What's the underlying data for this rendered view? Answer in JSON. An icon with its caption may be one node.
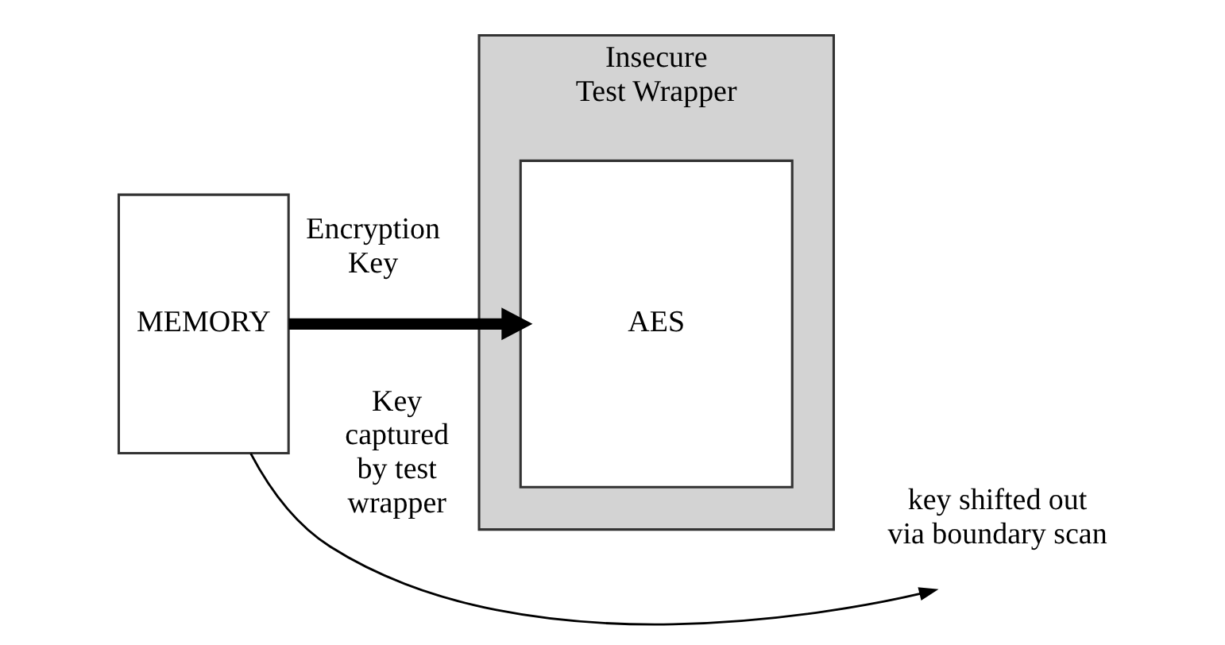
{
  "diagram": {
    "nodes": [
      {
        "text": [
          "MEMORY"
        ]
      },
      {
        "text": [
          "Insecure Test Wrapper"
        ]
      },
      {
        "text": [
          "AES"
        ],
        "in": 1
      }
    ],
    "edges": [
      {
        "from": 0,
        "to": 2,
        "arrow": "to",
        "style": "thick",
        "label": "Encryption Key"
      },
      {
        "from": 0,
        "to": null,
        "arrow": "to",
        "label": "key shifted out via boundary scan"
      }
    ],
    "labels": [
      "Key captured by test wrapper"
    ]
  }
}
